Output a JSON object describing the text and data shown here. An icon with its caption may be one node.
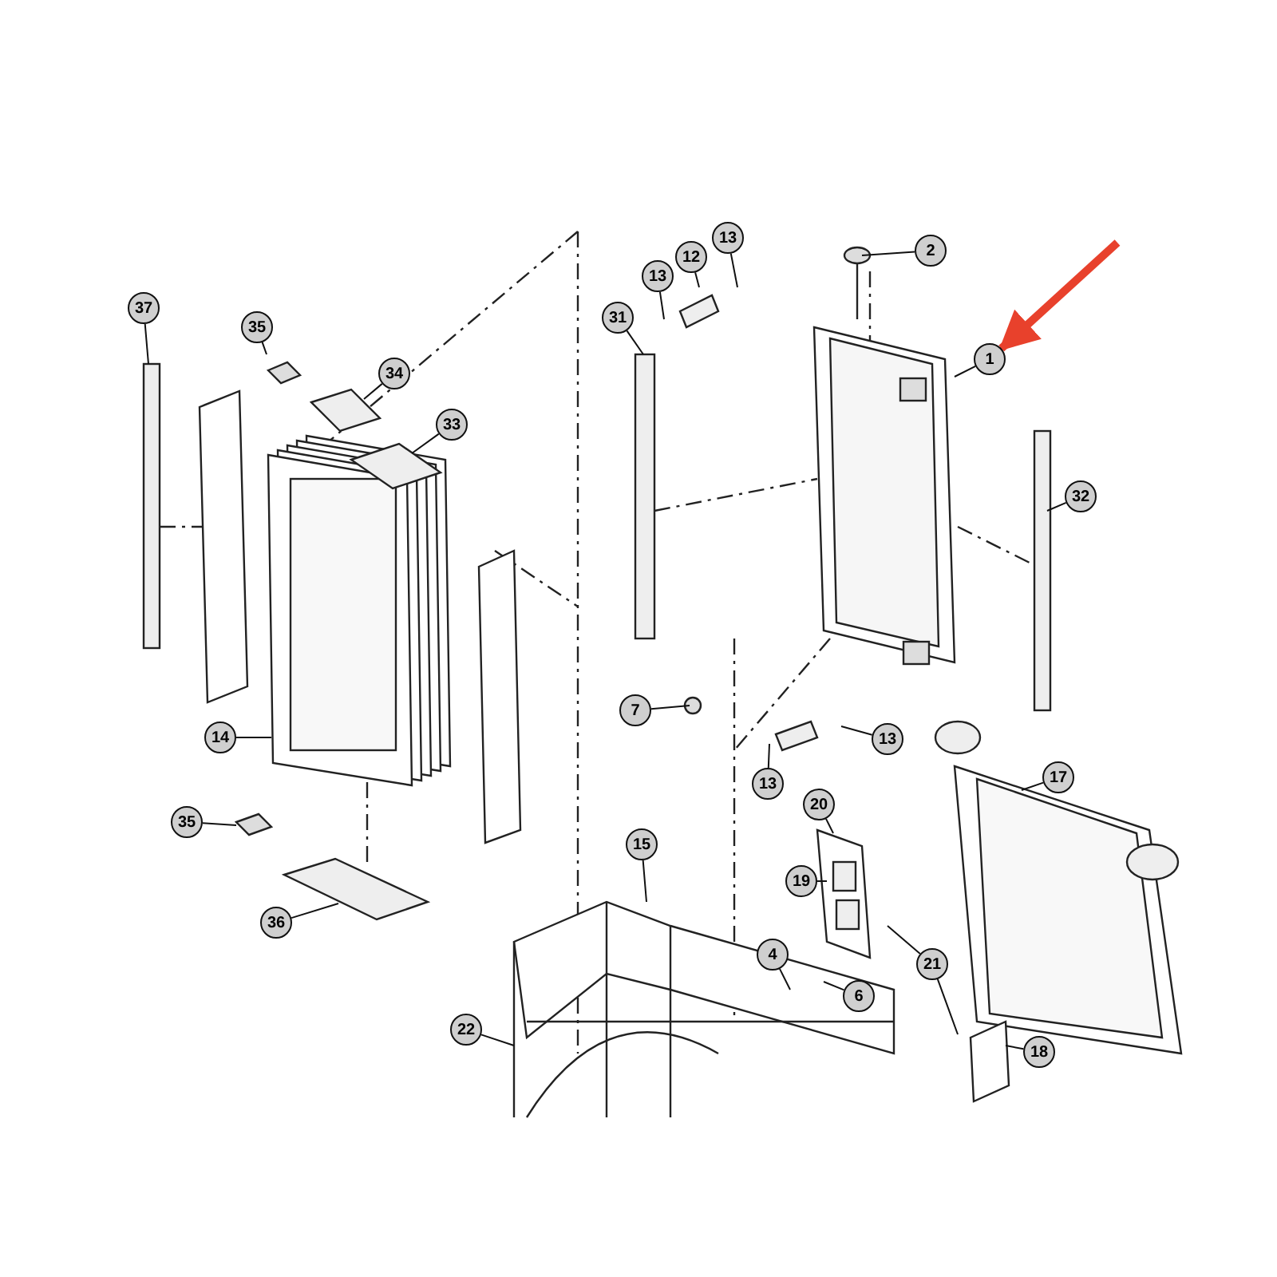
{
  "diagram": {
    "nodes": [
      {
        "text": [
          "2"
        ]
      },
      {
        "text": [
          "13"
        ]
      },
      {
        "text": [
          "12"
        ]
      },
      {
        "text": [
          "13"
        ]
      },
      {
        "text": [
          "37"
        ]
      },
      {
        "text": [
          "35"
        ]
      },
      {
        "text": [
          "31"
        ]
      },
      {
        "text": [
          "1"
        ]
      },
      {
        "text": [
          "34"
        ]
      },
      {
        "text": [
          "33"
        ]
      },
      {
        "text": [
          "32"
        ]
      },
      {
        "text": [
          "7"
        ]
      },
      {
        "text": [
          "13"
        ]
      },
      {
        "text": [
          "14"
        ]
      },
      {
        "text": [
          "13"
        ]
      },
      {
        "text": [
          "17"
        ]
      },
      {
        "text": [
          "20"
        ]
      },
      {
        "text": [
          "35"
        ]
      },
      {
        "text": [
          "15"
        ]
      },
      {
        "text": [
          "19"
        ]
      },
      {
        "text": [
          "36"
        ]
      },
      {
        "text": [
          "4"
        ]
      },
      {
        "text": [
          "21"
        ]
      },
      {
        "text": [
          "6"
        ]
      },
      {
        "text": [
          "22"
        ]
      },
      {
        "text": [
          "18"
        ]
      }
    ],
    "edges": [
      {
        "from": 0,
        "to": null,
        "arrow": "none"
      },
      {
        "from": 1,
        "to": null,
        "arrow": "none"
      },
      {
        "from": 2,
        "to": null,
        "arrow": "none"
      },
      {
        "from": 3,
        "to": null,
        "arrow": "none"
      },
      {
        "from": 4,
        "to": null,
        "arrow": "none"
      },
      {
        "from": 5,
        "to": null,
        "arrow": "none"
      },
      {
        "from": 6,
        "to": null,
        "arrow": "none"
      },
      {
        "from": 7,
        "to": null,
        "arrow": "none"
      },
      {
        "from": 8,
        "to": null,
        "arrow": "none"
      },
      {
        "from": 9,
        "to": null,
        "arrow": "none"
      },
      {
        "from": 10,
        "to": null,
        "arrow": "none"
      },
      {
        "from": 11,
        "to": null,
        "arrow": "none"
      },
      {
        "from": 12,
        "to": null,
        "arrow": "none"
      },
      {
        "from": 13,
        "to": null,
        "arrow": "none"
      },
      {
        "from": 14,
        "to": null,
        "arrow": "none"
      },
      {
        "from": 15,
        "to": null,
        "arrow": "none"
      },
      {
        "from": 16,
        "to": null,
        "arrow": "none"
      },
      {
        "from": 17,
        "to": null,
        "arrow": "none"
      },
      {
        "from": 18,
        "to": null,
        "arrow": "none"
      },
      {
        "from": 19,
        "to": null,
        "arrow": "none"
      },
      {
        "from": 20,
        "to": null,
        "arrow": "none"
      },
      {
        "from": 21,
        "to": null,
        "arrow": "none"
      },
      {
        "from": 22,
        "to": null,
        "arrow": "none"
      },
      {
        "from": 22,
        "to": null,
        "arrow": "none"
      },
      {
        "from": 23,
        "to": null,
        "arrow": "none"
      },
      {
        "from": 24,
        "to": null,
        "arrow": "none"
      },
      {
        "from": 25,
        "to": null,
        "arrow": "none"
      },
      {
        "from": null,
        "to": 7,
        "arrow": "to",
        "style": "thick",
        "color": "#e8412c"
      }
    ]
  }
}
